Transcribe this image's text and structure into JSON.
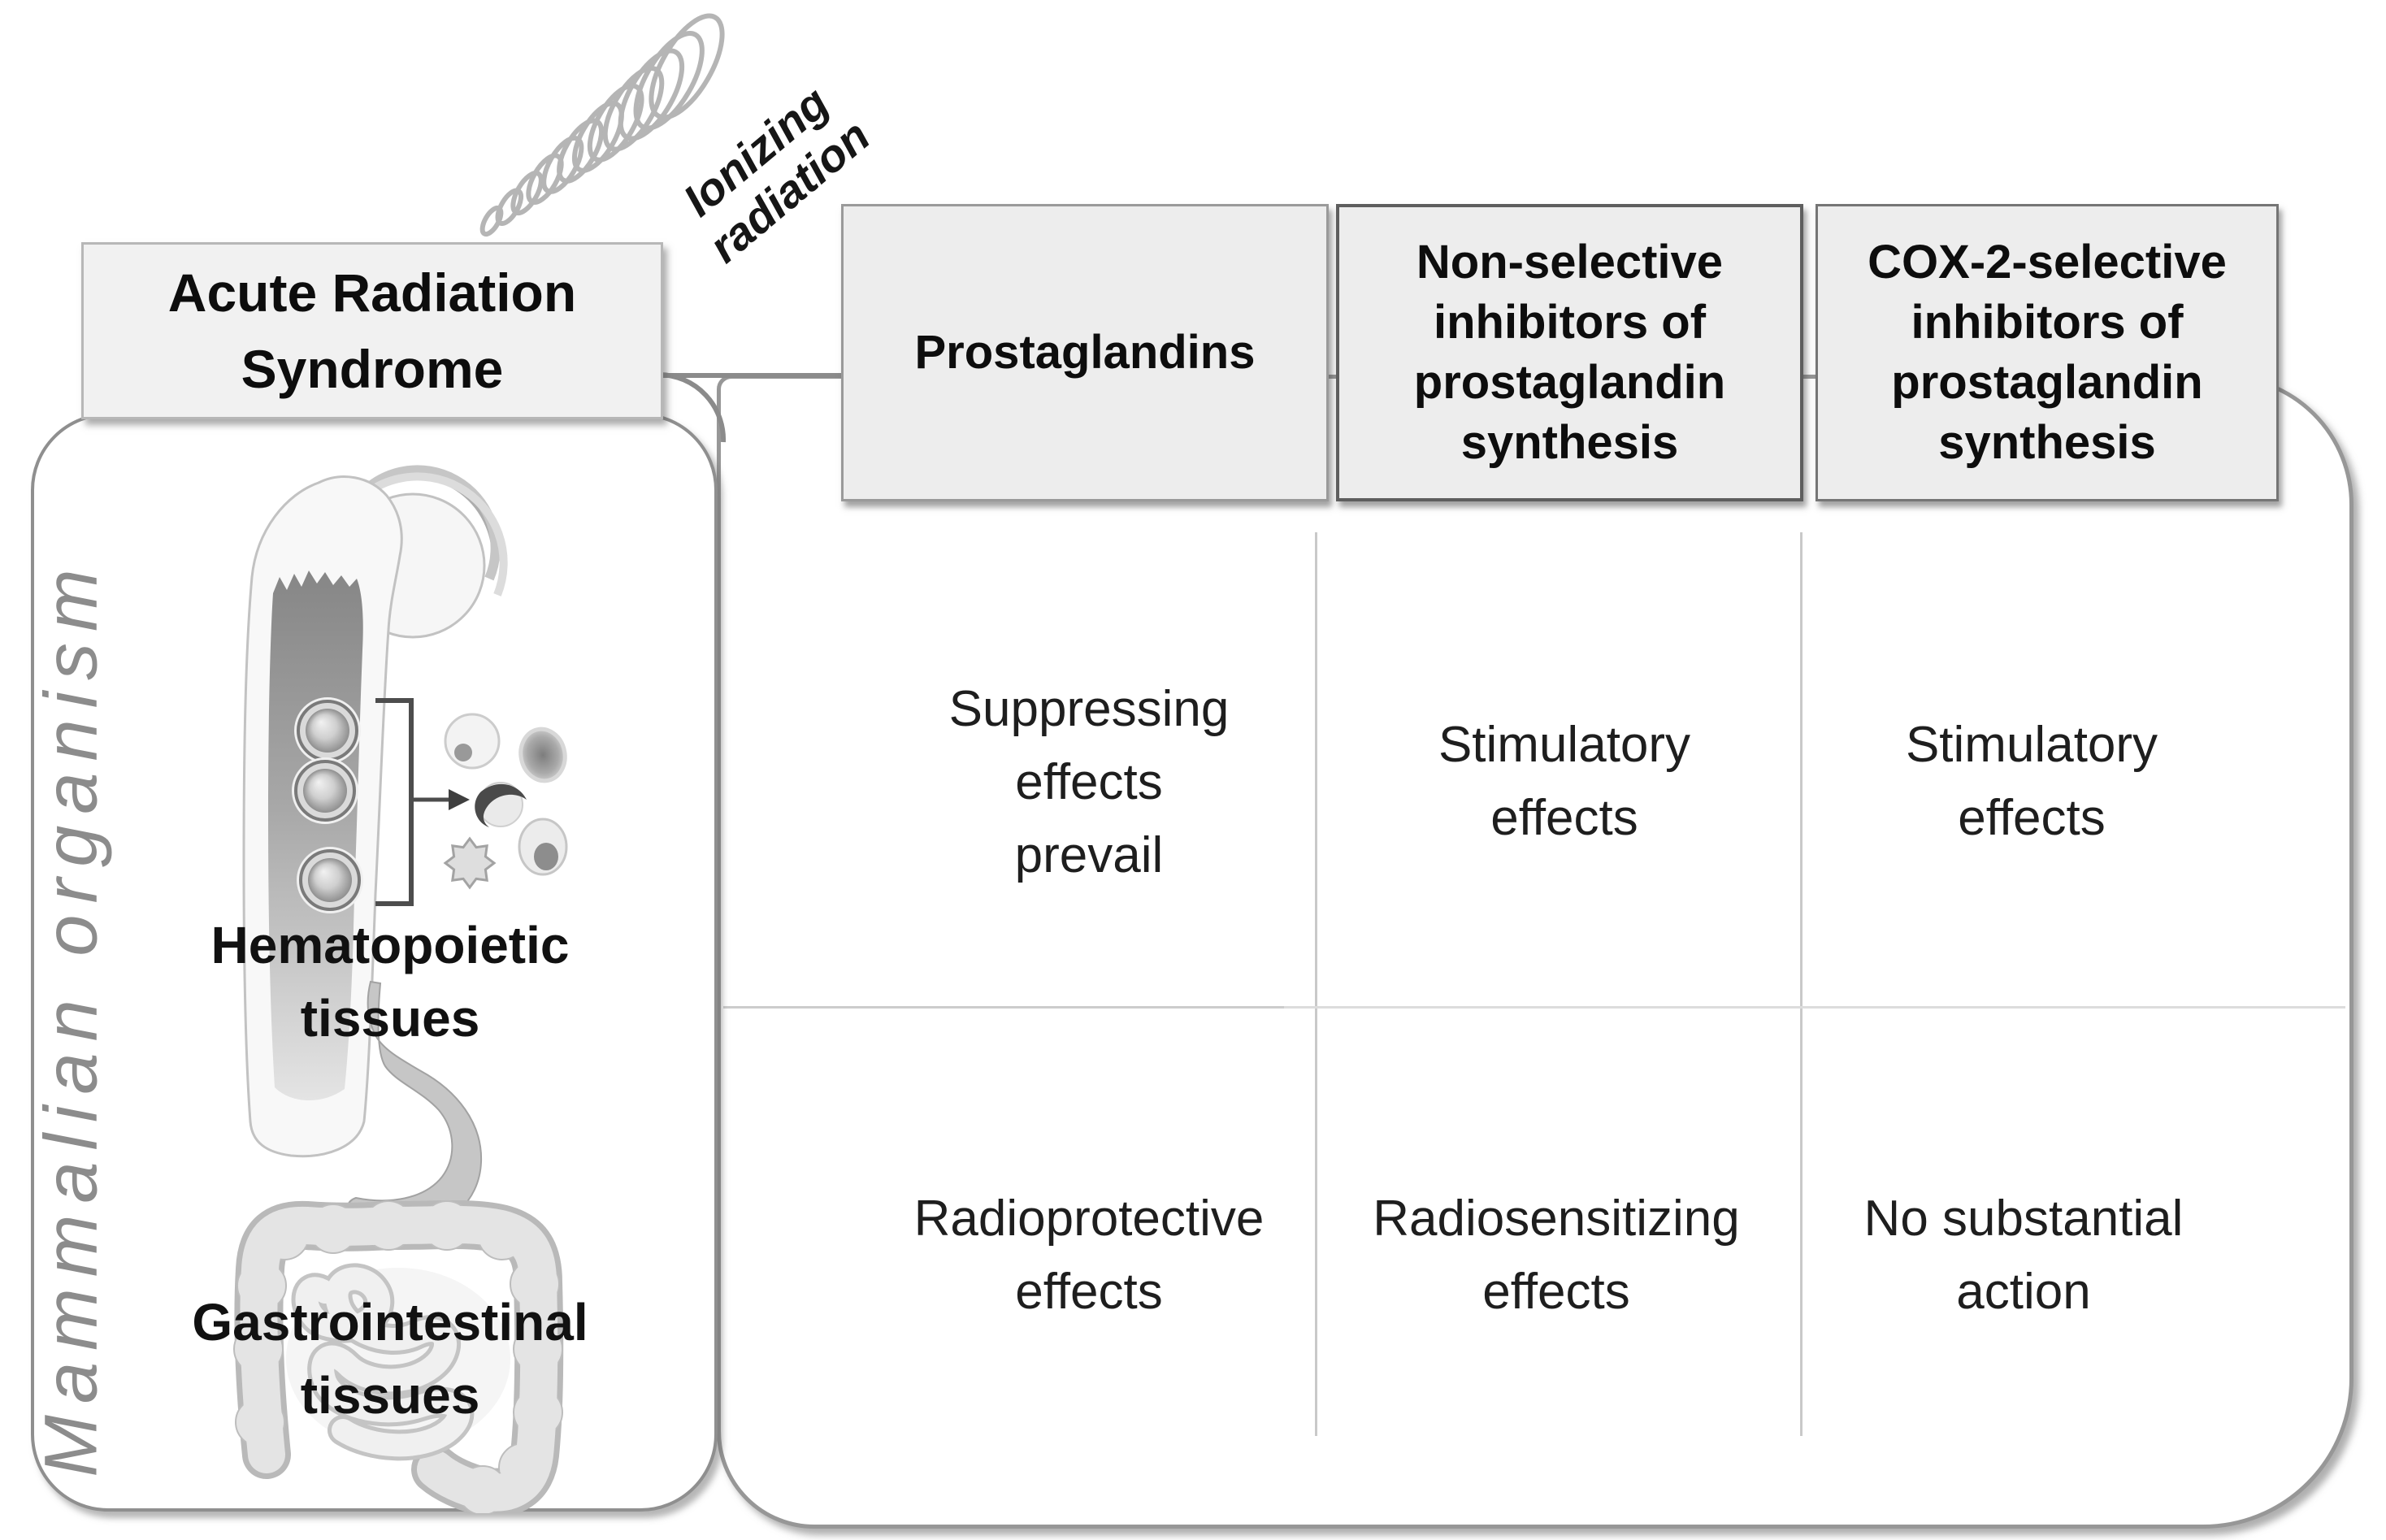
{
  "figure": {
    "radiation_label": "Ionizing\nradiation",
    "syndrome_title": "Acute Radiation\nSyndrome",
    "organism_label": "Mammalian organism",
    "illustrations": {
      "coil": "ionizing-radiation-wave-coil",
      "bone": "long-bone-with-marrow-and-blood-cells",
      "gi": "stomach-and-intestines"
    }
  },
  "table": {
    "column_headers": [
      "Prostaglandins",
      "Non-selective\ninhibitors of\nprostaglandin\nsynthesis",
      "COX-2-selective\ninhibitors of\nprostaglandin\nsynthesis"
    ],
    "row_labels": [
      "Hematopoietic\ntissues",
      "Gastrointestinal\ntissues"
    ],
    "cells": [
      [
        "Suppressing\neffects\nprevail",
        "Stimulatory\neffects",
        "Stimulatory\neffects"
      ],
      [
        "Radioprotective\neffects",
        "Radiosensitizing\neffects",
        "No substantial\naction"
      ]
    ]
  },
  "colors": {
    "box_fill": "#ededed",
    "ars_fill": "#f1f1f1",
    "panel_border": "#979797",
    "left_panel_border": "#8f8f8f",
    "header_border_dark": "#5e5e5e",
    "divider": "#c9c9c9",
    "coil": "#b5b5b5",
    "muted_text": "#8c8c8c",
    "text": "#151515"
  }
}
